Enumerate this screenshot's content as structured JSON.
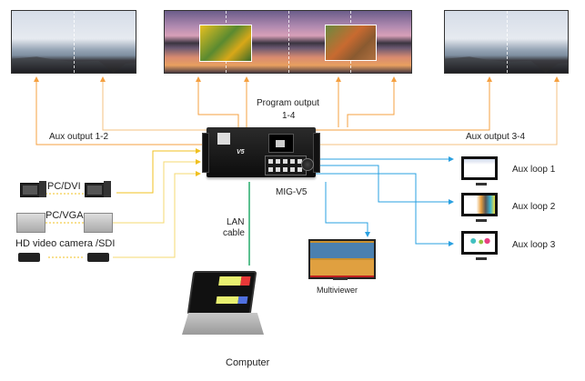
{
  "diagram": {
    "title": "MIG-V5 system connection",
    "device": {
      "name": "MIG-V5",
      "model_badge": "V5"
    },
    "labels": {
      "program_output": "Program output",
      "program_output_range": "1-4",
      "aux_output_left": "Aux output 1-2",
      "aux_output_right": "Aux output 3-4",
      "lan_cable_line1": "LAN",
      "lan_cable_line2": "cable",
      "device_label": "MIG-V5"
    },
    "inputs": [
      {
        "label": "PC/DVI",
        "icon": "desktop-pc-icon"
      },
      {
        "label": "PC/VGA",
        "icon": "vga-monitor-icon"
      },
      {
        "label": "HD video camera /SDI",
        "icon": "video-camera-icon"
      }
    ],
    "aux_loops": [
      {
        "label": "Aux loop 1",
        "icon": "monitor-document-icon"
      },
      {
        "label": "Aux loop 2",
        "icon": "monitor-presentation-icon"
      },
      {
        "label": "Aux loop 3",
        "icon": "monitor-circles-icon"
      }
    ],
    "endpoints": {
      "multiviewer": "Multiviewer",
      "computer": "Computer"
    },
    "colors": {
      "output_line": "#f5a040",
      "input_line": "#f0c020",
      "loop_line": "#2aa0e0",
      "lan_line": "#5cc090"
    }
  }
}
